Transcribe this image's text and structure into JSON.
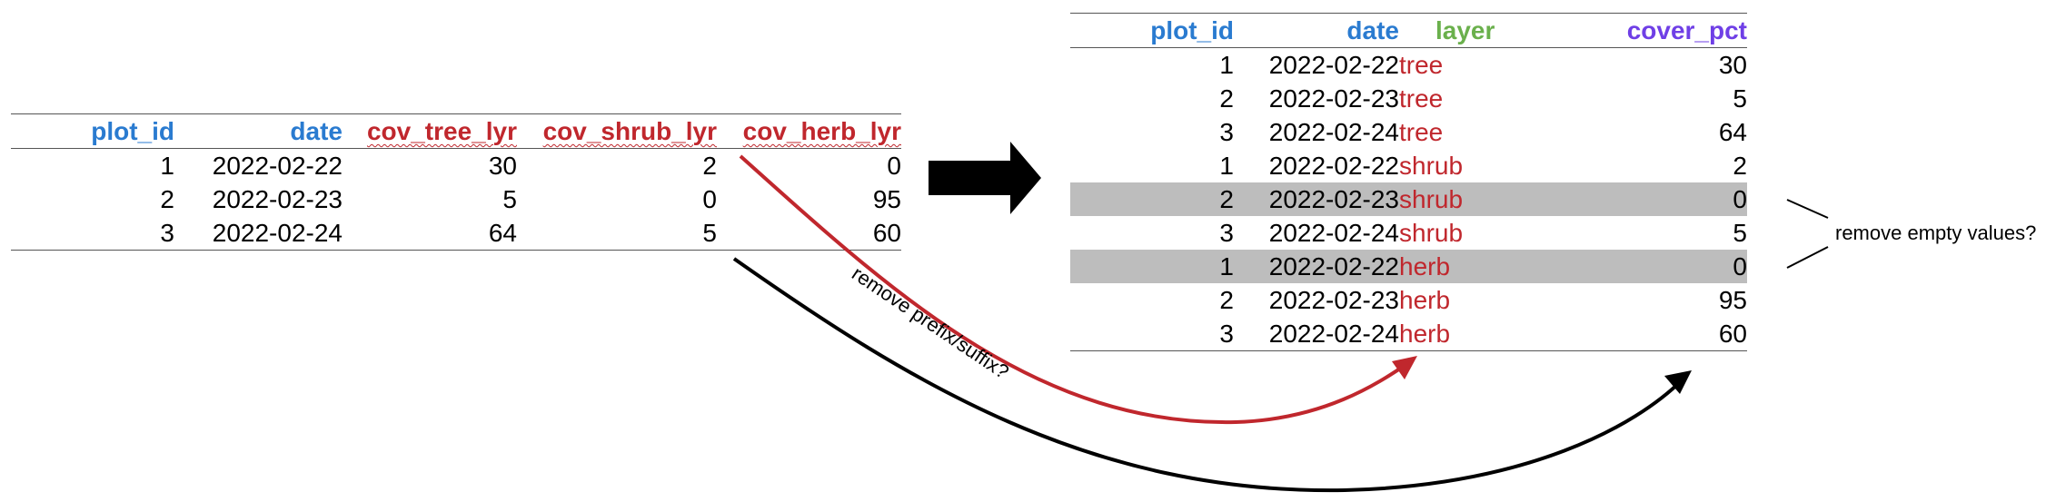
{
  "wide_table": {
    "headers": {
      "plot_id": "plot_id",
      "date": "date",
      "cov_tree_lyr": "cov_tree_lyr",
      "cov_shrub_lyr": "cov_shrub_lyr",
      "cov_herb_lyr": "cov_herb_lyr"
    },
    "rows": [
      {
        "plot_id": "1",
        "date": "2022-02-22",
        "tree": "30",
        "shrub": "2",
        "herb": "0"
      },
      {
        "plot_id": "2",
        "date": "2022-02-23",
        "tree": "5",
        "shrub": "0",
        "herb": "95"
      },
      {
        "plot_id": "3",
        "date": "2022-02-24",
        "tree": "64",
        "shrub": "5",
        "herb": "60"
      }
    ]
  },
  "long_table": {
    "headers": {
      "plot_id": "plot_id",
      "date": "date",
      "layer": "layer",
      "cover_pct": "cover_pct"
    },
    "rows": [
      {
        "plot_id": "1",
        "date": "2022-02-22",
        "layer": "tree",
        "cover_pct": "30",
        "highlighted": false
      },
      {
        "plot_id": "2",
        "date": "2022-02-23",
        "layer": "tree",
        "cover_pct": "5",
        "highlighted": false
      },
      {
        "plot_id": "3",
        "date": "2022-02-24",
        "layer": "tree",
        "cover_pct": "64",
        "highlighted": false
      },
      {
        "plot_id": "1",
        "date": "2022-02-22",
        "layer": "shrub",
        "cover_pct": "2",
        "highlighted": false
      },
      {
        "plot_id": "2",
        "date": "2022-02-23",
        "layer": "shrub",
        "cover_pct": "0",
        "highlighted": true
      },
      {
        "plot_id": "3",
        "date": "2022-02-24",
        "layer": "shrub",
        "cover_pct": "5",
        "highlighted": false
      },
      {
        "plot_id": "1",
        "date": "2022-02-22",
        "layer": "herb",
        "cover_pct": "0",
        "highlighted": true
      },
      {
        "plot_id": "2",
        "date": "2022-02-23",
        "layer": "herb",
        "cover_pct": "95",
        "highlighted": false
      },
      {
        "plot_id": "3",
        "date": "2022-02-24",
        "layer": "herb",
        "cover_pct": "60",
        "highlighted": false
      }
    ]
  },
  "annotations": {
    "remove_prefix_suffix": "remove prefix/suffix?",
    "remove_empty_values": "remove empty values?"
  },
  "colors": {
    "id_columns": "#2a7bd0",
    "cover_columns": "#c0272d",
    "layer_header": "#6ab04c",
    "cover_pct_header": "#6f3fe6",
    "highlight_row": "#bdbdbd",
    "red_arrow": "#c0272d",
    "black_arrow": "#000000"
  }
}
